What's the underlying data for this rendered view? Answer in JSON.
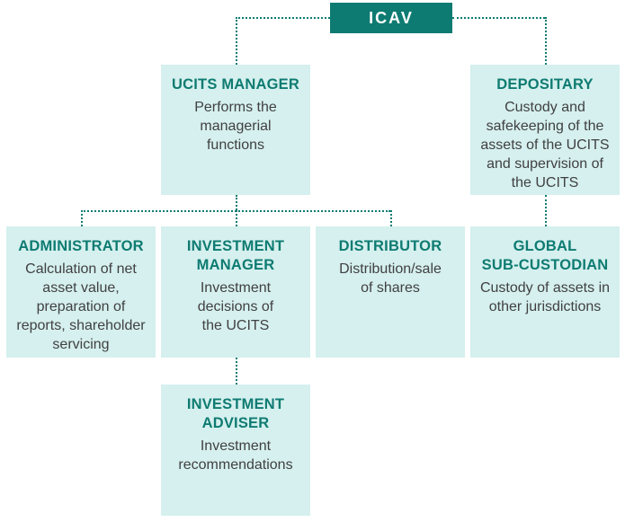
{
  "diagram": {
    "type": "org-chart",
    "root": {
      "title": "ICAV"
    },
    "nodes": {
      "ucits_manager": {
        "title": "UCITS MANAGER",
        "body": "Performs the\nmanagerial\nfunctions"
      },
      "depositary": {
        "title": "DEPOSITARY",
        "body": "Custody and\nsafekeeping of the\nassets of the UCITS\nand supervision of\nthe UCITS"
      },
      "administrator": {
        "title": "ADMINISTRATOR",
        "body": "Calculation of net\nasset value,\npreparation of\nreports, shareholder\nservicing"
      },
      "investment_manager": {
        "title": "INVESTMENT\nMANAGER",
        "body": "Investment\ndecisions of\nthe UCITS"
      },
      "distributor": {
        "title": "DISTRIBUTOR",
        "body": "Distribution/sale\nof shares"
      },
      "global_sub_custodian": {
        "title": "GLOBAL\nSUB-CUSTODIAN",
        "body": "Custody of assets in\nother jurisdictions"
      },
      "investment_adviser": {
        "title": "INVESTMENT\nADVISER",
        "body": "Investment\nrecommendations"
      }
    },
    "edges": [
      {
        "from": "ICAV",
        "to": "UCITS MANAGER"
      },
      {
        "from": "ICAV",
        "to": "DEPOSITARY"
      },
      {
        "from": "UCITS MANAGER",
        "to": "ADMINISTRATOR"
      },
      {
        "from": "UCITS MANAGER",
        "to": "INVESTMENT MANAGER"
      },
      {
        "from": "UCITS MANAGER",
        "to": "DISTRIBUTOR"
      },
      {
        "from": "DEPOSITARY",
        "to": "GLOBAL SUB-CUSTODIAN"
      },
      {
        "from": "INVESTMENT MANAGER",
        "to": "INVESTMENT ADVISER"
      }
    ],
    "colors": {
      "accent_teal": "#0e7b72",
      "node_fill": "#d5f0ee",
      "body_text": "#414042",
      "root_text": "#ffffff",
      "background": "#ffffff"
    }
  }
}
